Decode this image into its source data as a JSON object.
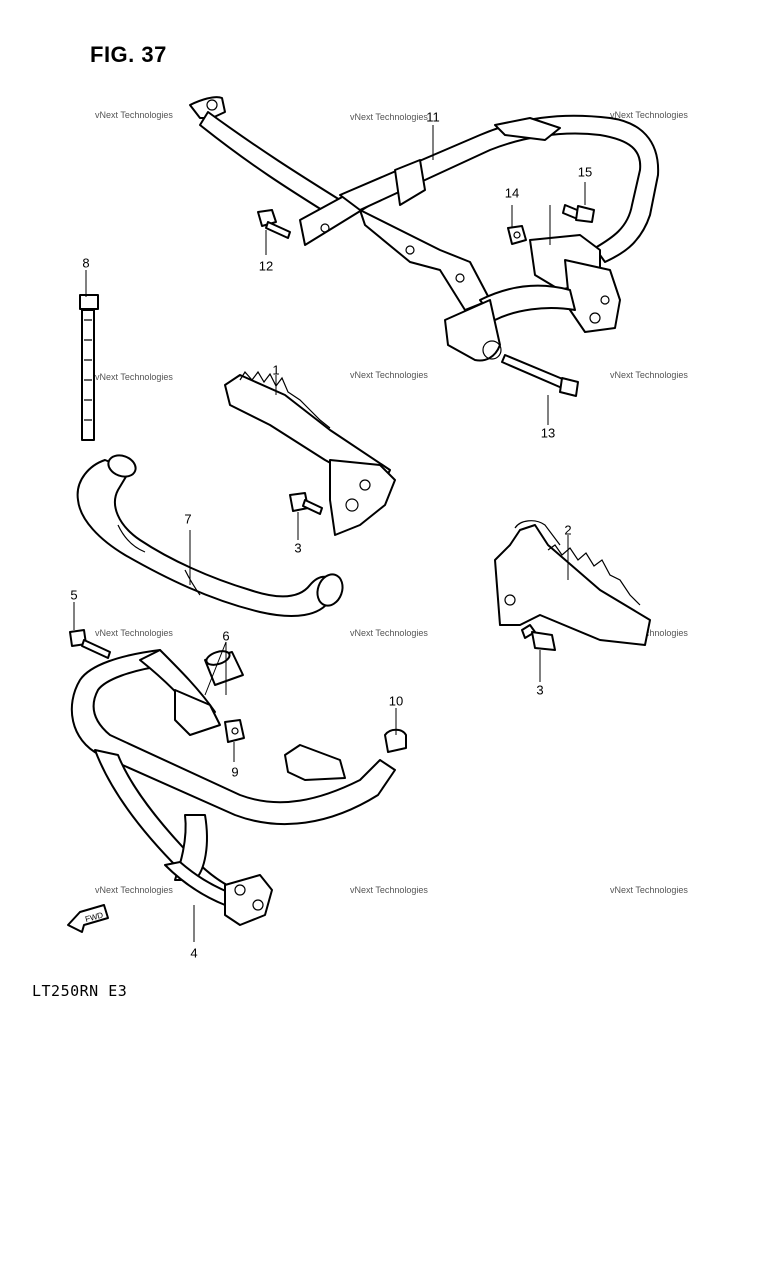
{
  "figure_title": "FIG. 37",
  "model_code": "LT250RN E3",
  "watermark_text": "vNext Technologies",
  "callouts": {
    "p1": "1",
    "p2": "2",
    "p3a": "3",
    "p3b": "3",
    "p4": "4",
    "p5": "5",
    "p6": "6",
    "p7": "7",
    "p8": "8",
    "p9": "9",
    "p10": "10",
    "p11": "11",
    "p12": "12",
    "p13": "13",
    "p14": "14",
    "p15": "15"
  },
  "fwd_label": "FWD"
}
